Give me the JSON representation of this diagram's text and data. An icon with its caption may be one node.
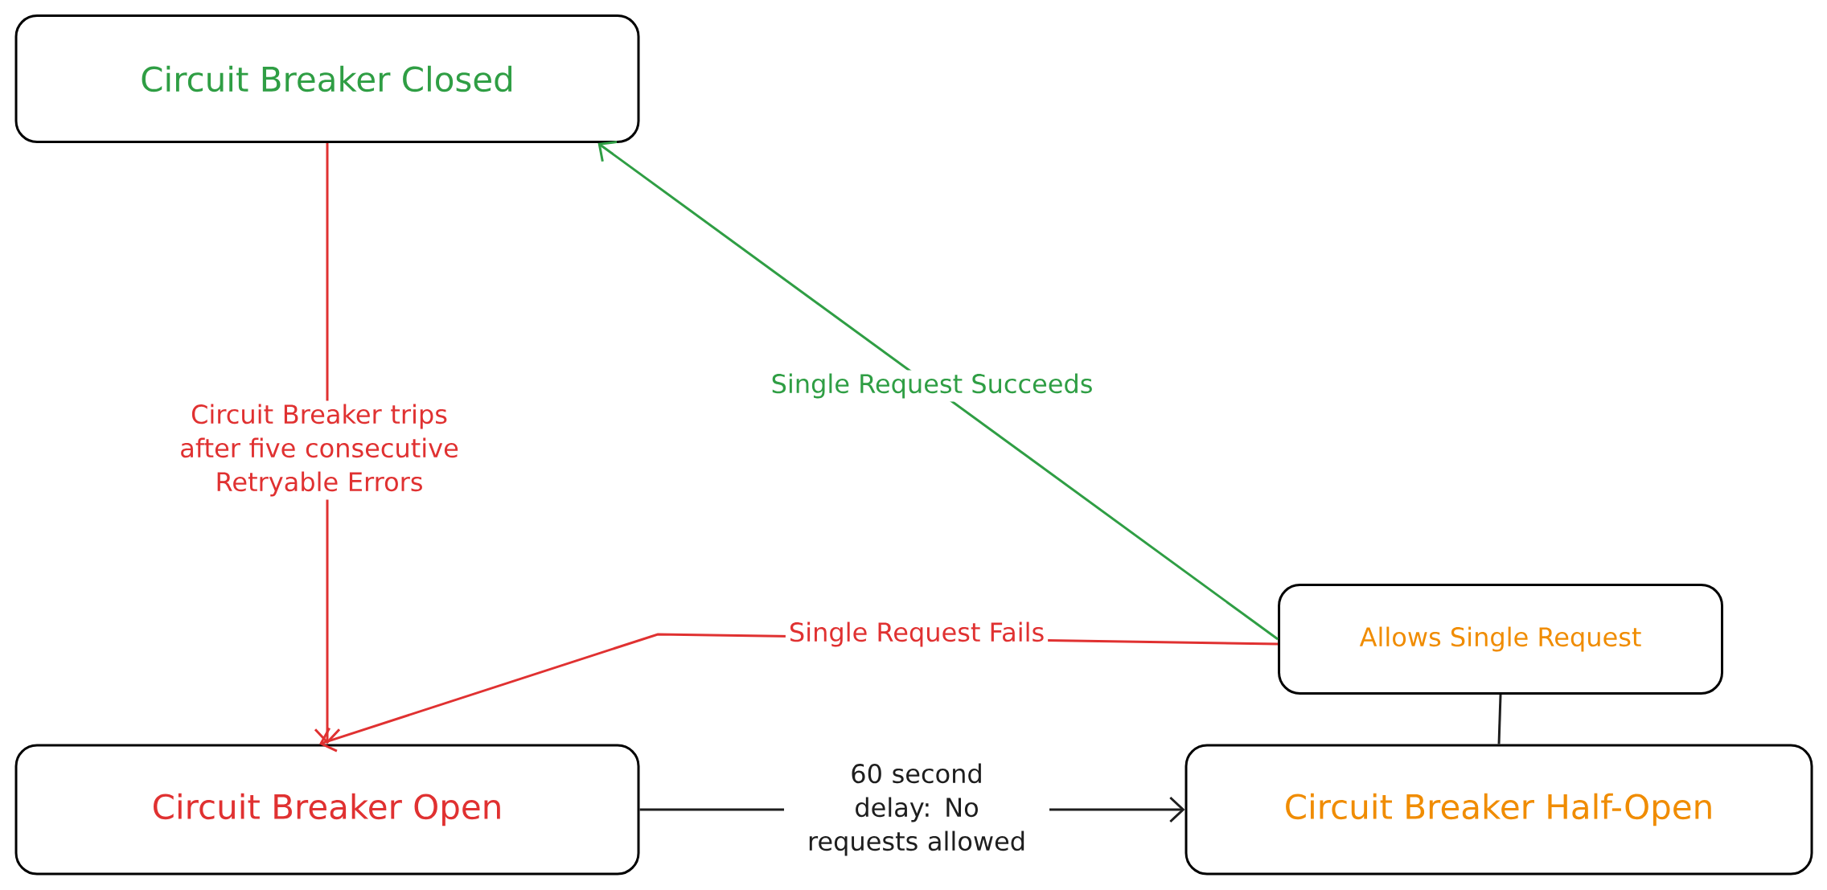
{
  "diagram": {
    "nodes": [
      {
        "text": [
          "Circuit Breaker Closed"
        ]
      },
      {
        "text": [
          "Circuit Breaker Open"
        ]
      },
      {
        "text": [
          "Circuit Breaker Half-Open"
        ]
      },
      {
        "text": [
          "Allows Single Request"
        ]
      }
    ],
    "edges": [
      {
        "from": 0,
        "to": 1,
        "arrow": "to",
        "label": "Circuit Breaker trips after five consecutive Retryable Errors",
        "color": "#e03131"
      },
      {
        "from": 3,
        "to": 0,
        "arrow": "to",
        "label": "Single Request Succeeds",
        "color": "#2f9e44"
      },
      {
        "from": 3,
        "to": 1,
        "arrow": "to",
        "label": "Single Request Fails",
        "color": "#e03131"
      },
      {
        "from": 1,
        "to": 2,
        "arrow": "to",
        "label": "60 second delay: No requests allowed",
        "color": "#1e1e1e"
      },
      {
        "from": 3,
        "to": 2,
        "arrow": "none",
        "color": "#1e1e1e"
      }
    ]
  }
}
